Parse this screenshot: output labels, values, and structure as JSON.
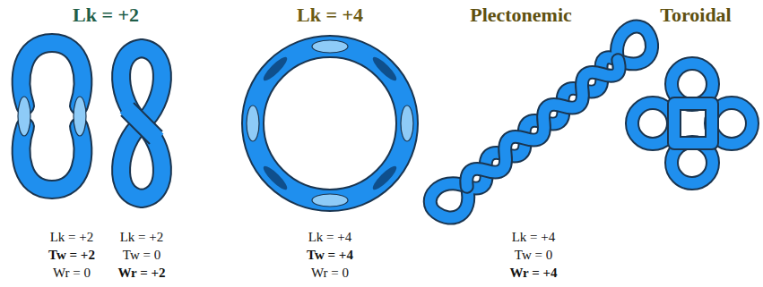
{
  "diagram": {
    "labels": [
      "Lk = +2",
      "Lk = +4",
      "Plectonemic",
      "Toroidal",
      "Lk = +2",
      "Tw = +2",
      "Wr = 0",
      "Lk = +2",
      "Tw = 0",
      "Wr = +2",
      "Lk = +4",
      "Tw = +4",
      "Wr = 0",
      "Lk = +4",
      "Tw = 0",
      "Wr = +4"
    ]
  }
}
